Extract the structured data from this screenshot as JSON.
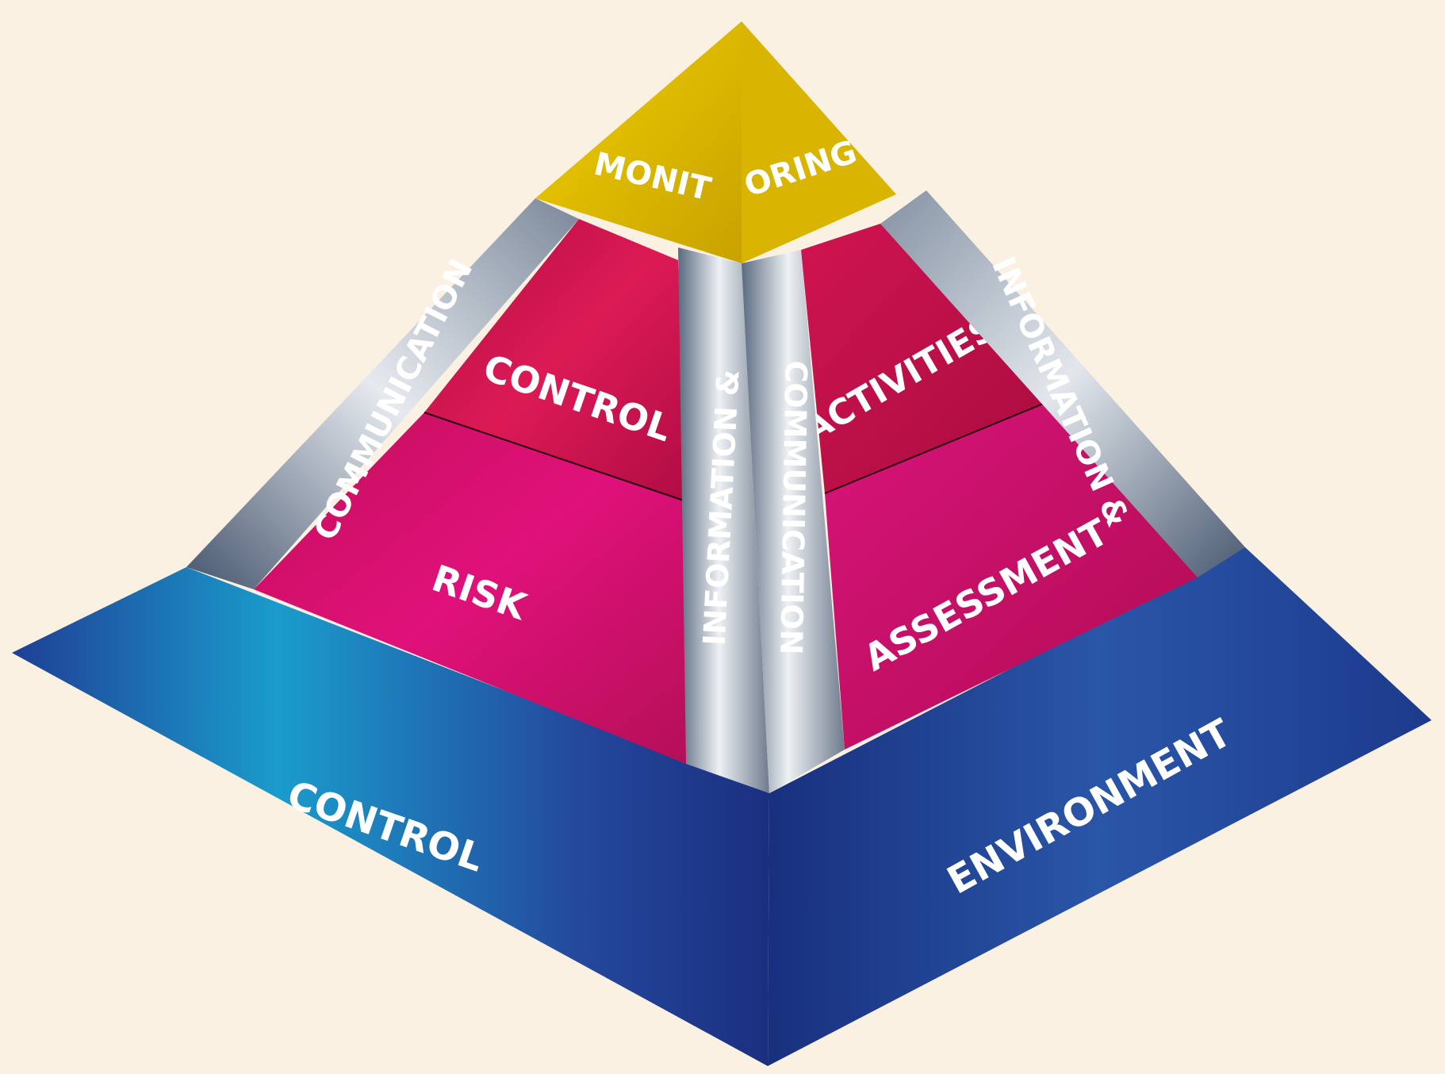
{
  "colors": {
    "background": "#fbf1e2",
    "monitoring": "#e8c300",
    "control_activities": "#d0104a",
    "risk_assessment": "#d0106e",
    "information_communication": "#b9c2cb",
    "control_environment": "#1c4a9c"
  },
  "layers": {
    "monitoring": {
      "left": "MONIT",
      "right": "ORING"
    },
    "control_activities": {
      "left": "CONTROL",
      "right": "ACTIVITIES"
    },
    "risk_assessment": {
      "left": "RISK",
      "right": "ASSESSMENT"
    },
    "information_communication": {
      "left_edge": "COMMUNICATION",
      "center_left": "INFORMATION &",
      "center_right": "COMMUNICATION",
      "right_edge": "INFORMATION &"
    },
    "control_environment": {
      "left": "CONTROL",
      "right": "ENVIRONMENT"
    }
  }
}
